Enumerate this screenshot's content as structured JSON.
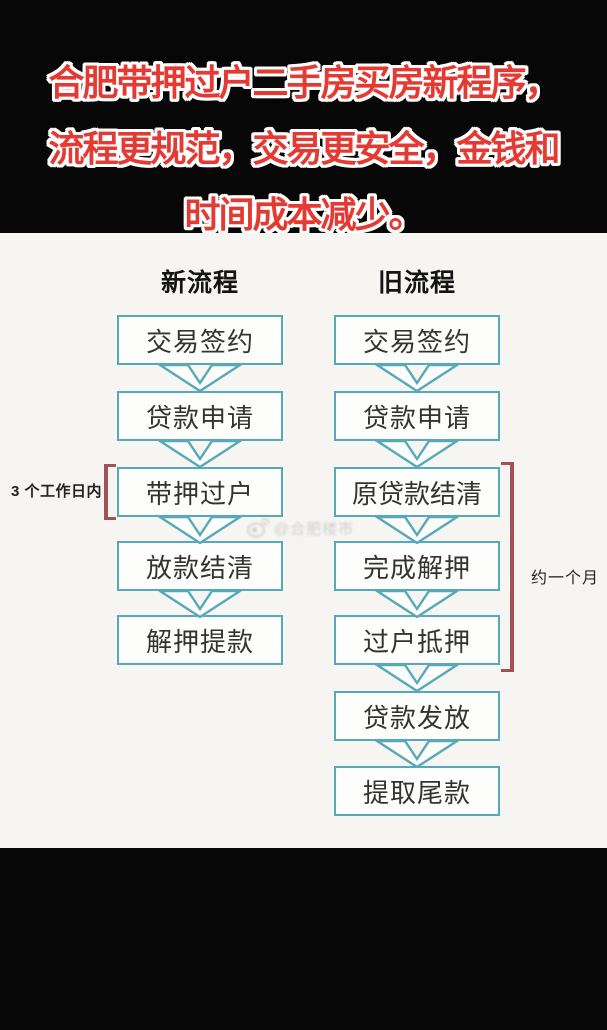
{
  "title": {
    "lines": [
      "合肥带押过户二手房买房新程序，",
      "流程更规范，交易更安全，金钱和",
      "时间成本减少。"
    ]
  },
  "flowchart": {
    "new_process": {
      "header": "新流程",
      "steps": [
        "交易签约",
        "贷款申请",
        "带押过户",
        "放款结清",
        "解押提款"
      ],
      "annotation": "3 个工作日内"
    },
    "old_process": {
      "header": "旧流程",
      "steps": [
        "交易签约",
        "贷款申请",
        "原贷款结清",
        "完成解押",
        "过户抵押",
        "贷款发放",
        "提取尾款"
      ],
      "annotation": "约一个月"
    },
    "watermark": "@合肥楼市"
  },
  "colors": {
    "title_red": "#e33b33",
    "title_outline": "#ffffff",
    "banner_black": "#070707",
    "board_background": "#f6f5f2",
    "box_border_teal": "#55a9b8",
    "box_fill": "#fdfdfb",
    "box_text": "#333333",
    "bracket_red": "#a25157"
  }
}
